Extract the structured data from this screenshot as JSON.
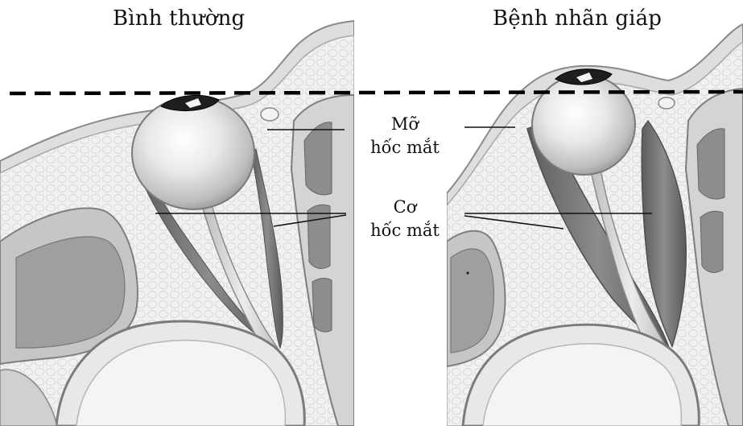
{
  "titles": {
    "normal": "Bình thường",
    "disease": "Bệnh nhãn giáp"
  },
  "labels": {
    "fat_line1": "Mỡ",
    "fat_line2": "hốc mắt",
    "muscle_line1": "Cơ",
    "muscle_line2": "hốc mắt"
  },
  "colors": {
    "bone": "#c9c9c9",
    "bone_edge": "#8a8a8a",
    "fat": "#efefef",
    "muscle": "#6f6f6f",
    "muscle_light": "#a5a5a5",
    "eyeball": "#dcdcdc",
    "brain": "#e6e6e6",
    "dashed_line": "#000000"
  }
}
